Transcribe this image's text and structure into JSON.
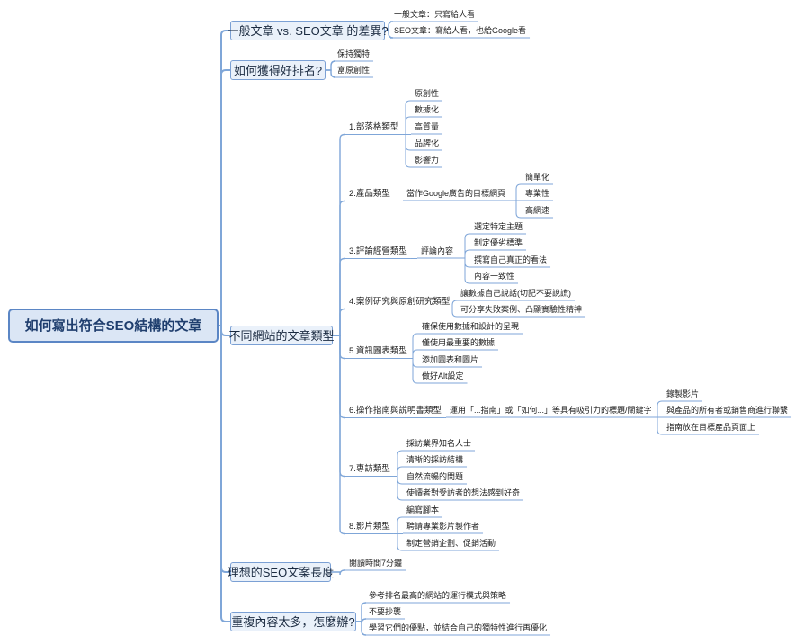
{
  "root": "如何寫出符合SEO結構的文章",
  "m1": {
    "label": "一般文章 vs. SEO文章 的差異?",
    "items": [
      "一般文章：只寫給人看",
      "SEO文章：寫給人看，也給Google看"
    ]
  },
  "m2": {
    "label": "如何獲得好排名?",
    "items": [
      "保持獨特",
      "富原創性"
    ]
  },
  "m3": {
    "label": "不同網站的文章類型",
    "t1": {
      "label": "1.部落格類型",
      "items": [
        "原創性",
        "數據化",
        "高質量",
        "品牌化",
        "影響力"
      ]
    },
    "t2": {
      "label": "2.產品類型",
      "mid": "當作Google廣告的目標網頁",
      "items": [
        "簡單化",
        "專業性",
        "高網速"
      ]
    },
    "t3": {
      "label": "3.評論經營類型",
      "mid": "評論內容",
      "items": [
        "選定特定主題",
        "制定優劣標準",
        "撰寫自己真正的看法",
        "內容一致性"
      ]
    },
    "t4": {
      "label": "4.案例研究與原創研究類型",
      "items": [
        "讓數據自己說話(切記不要說謊)",
        "可分享失敗案例、凸顯實驗性精神"
      ]
    },
    "t5": {
      "label": "5.資訊圖表類型",
      "items": [
        "確保使用數據和設計的呈現",
        "僅使用最重要的數據",
        "添加圖表和圖片",
        "做好Alt設定"
      ]
    },
    "t6": {
      "label": "6.操作指南與說明書類型",
      "mid": "運用「...指南」或「如何...」等具有吸引力的標題/關鍵字",
      "items": [
        "錄製影片",
        "與產品的所有者或銷售商進行聯繫",
        "指南放在目標產品頁面上"
      ]
    },
    "t7": {
      "label": "7.專訪類型",
      "items": [
        "採訪業界知名人士",
        "清晰的採訪結構",
        "自然流暢的問題",
        "使讀者對受訪者的想法感到好奇"
      ]
    },
    "t8": {
      "label": "8.影片類型",
      "items": [
        "編寫腳本",
        "聘請專業影片製作者",
        "制定營銷企劃、促銷活動"
      ]
    }
  },
  "m4": {
    "label": "理想的SEO文案長度",
    "items": [
      "閱讀時間7分鐘"
    ]
  },
  "m5": {
    "label": "重複內容太多，怎麼辦?",
    "items": [
      "參考排名最高的網站的運行模式與策略",
      "不要抄襲",
      "學習它們的優點，並結合自己的獨特性進行再優化"
    ]
  },
  "colors": {
    "line": "#7fa6d8",
    "node_border": "#7ba0d4",
    "root_fill": "#dbe6f5"
  }
}
